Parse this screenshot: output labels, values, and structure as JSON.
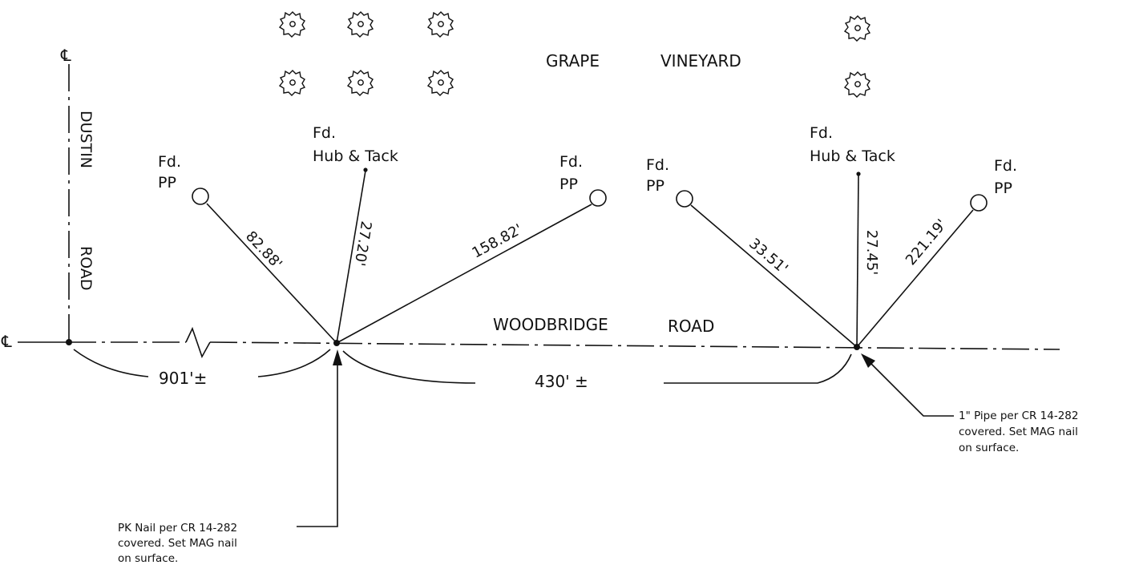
{
  "vineyard": {
    "label_left": "GRAPE",
    "label_right": "VINEYARD"
  },
  "dustin_road": {
    "name_line1": "DUSTIN",
    "name_line2": "ROAD",
    "centerline_symbol": "℄"
  },
  "woodbridge_road": {
    "name_line1": "WOODBRIDGE",
    "name_line2": "ROAD",
    "centerline_symbol": "℄"
  },
  "monuments": {
    "pp_left_1": [
      "Fd.",
      "PP"
    ],
    "hub_left": [
      "Fd.",
      "Hub & Tack"
    ],
    "pp_left_2": [
      "Fd.",
      "PP"
    ],
    "pp_right_1": [
      "Fd.",
      "PP"
    ],
    "hub_right": [
      "Fd.",
      "Hub & Tack"
    ],
    "pp_right_2": [
      "Fd.",
      "PP"
    ]
  },
  "distances": {
    "d1": "82.88'",
    "d2": "27.20'",
    "d3": "158.82'",
    "d4": "33.51'",
    "d5": "27.45'",
    "d6": "221.19'"
  },
  "dimensions": {
    "left": "901'±",
    "right": "430' ±"
  },
  "notes": {
    "left": [
      "PK Nail per CR 14-282",
      "covered. Set MAG nail",
      "on surface."
    ],
    "right": [
      "1\" Pipe per CR 14-282",
      "covered. Set MAG nail",
      "on surface."
    ]
  }
}
